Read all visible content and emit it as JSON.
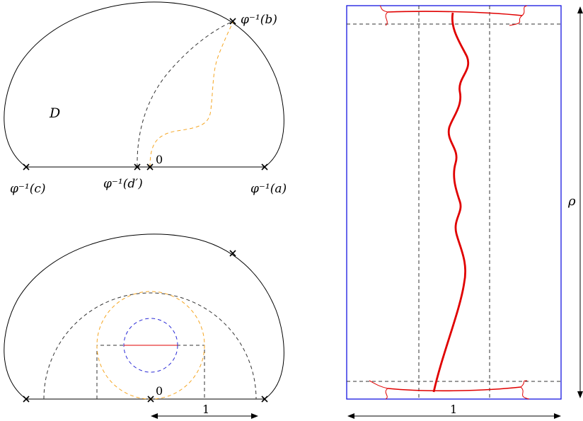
{
  "top_left": {
    "domain_label": "D",
    "label_b": "φ⁻¹(b)",
    "label_c": "φ⁻¹(c)",
    "label_d": "φ⁻¹(d′)",
    "label_a": "φ⁻¹(a)",
    "label_zero": "0"
  },
  "bottom_left": {
    "label_zero": "0",
    "label_one": "1"
  },
  "right": {
    "label_rho": "ρ",
    "label_one": "1"
  },
  "colors": {
    "boundary": "#000000",
    "dashed_black": "#333333",
    "dashed_orange": "#f5a623",
    "dashed_blue": "#2a2ad6",
    "red_curve": "#e00000",
    "rect_blue": "#1515e0"
  }
}
